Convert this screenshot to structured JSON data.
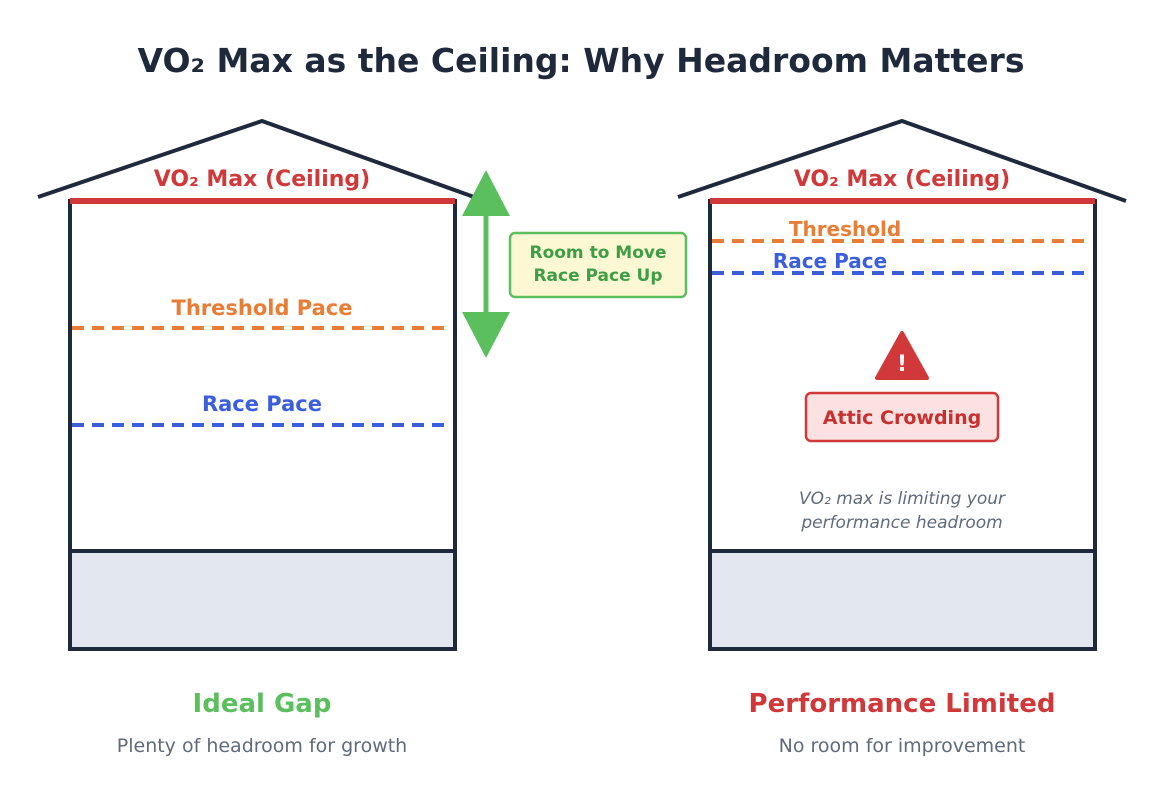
{
  "title": "VO₂ Max as the Ceiling: Why Headroom Matters",
  "colors": {
    "ceiling": "#d1383a",
    "threshold": "#ea7d35",
    "race": "#3b5fdc",
    "good": "#5cbf5e",
    "outline": "#1e2a3b",
    "foundation": "#e3e8f0",
    "muted": "#5f6b7c"
  },
  "left_house": {
    "ceiling_label": "VO₂ Max (Ceiling)",
    "threshold_label": "Threshold Pace",
    "race_label": "Race Pace",
    "arrow_box_line1": "Room to Move",
    "arrow_box_line2": "Race Pace Up",
    "caption_title": "Ideal Gap",
    "caption_sub": "Plenty of headroom for growth"
  },
  "right_house": {
    "ceiling_label": "VO₂ Max (Ceiling)",
    "threshold_label": "Threshold",
    "race_label": "Race Pace",
    "warning_icon": "warning-triangle-icon",
    "warning_glyph": "!",
    "warning_box": "Attic Crowding",
    "note_line1": "VO₂ max is limiting your",
    "note_line2": "performance headroom",
    "caption_title": "Performance Limited",
    "caption_sub": "No room for improvement"
  }
}
